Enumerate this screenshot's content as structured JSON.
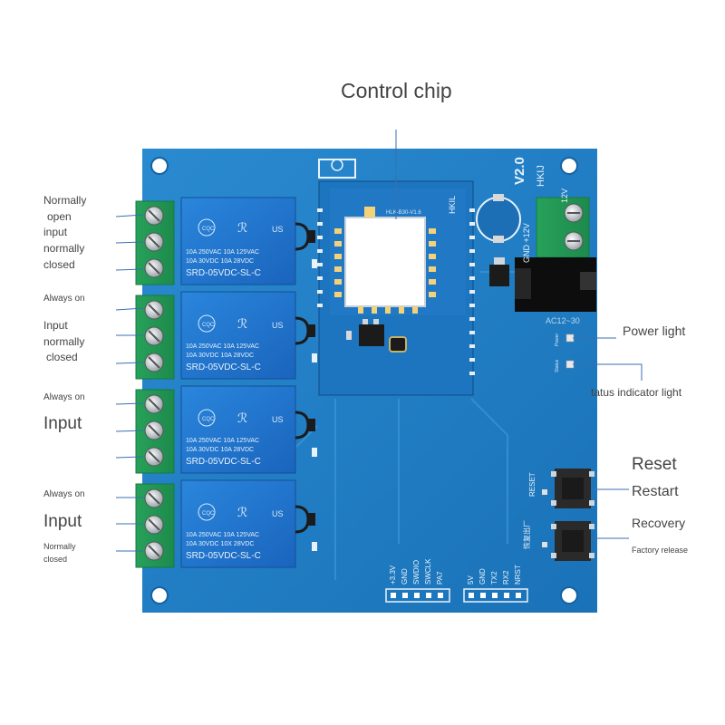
{
  "callouts": {
    "control_chip": "Control chip",
    "power_light": "Power light",
    "status_indicator_light": "tatus indicator light",
    "reset": "Reset",
    "restart": "Restart",
    "recovery": "Recovery",
    "factory_release": "Factory release"
  },
  "relay_labels": {
    "r1_line1": "Normally",
    "r1_line2": "open",
    "r1_line3": "input",
    "r1_line4": "normally",
    "r1_line5": "closed",
    "r2_always_on": "Always on",
    "r2_line1": "Input",
    "r2_line2": "normally",
    "r2_line3": "closed",
    "r3_always_on": "Always on",
    "r3_input": "Input",
    "r4_always_on": "Always on",
    "r4_input": "Input",
    "r4_line1": "Normally",
    "r4_line2": "closed"
  },
  "board": {
    "version": "V2.0",
    "brand": "HKIJ",
    "module_label": "HKIL",
    "power_jack_label": "12V",
    "power_terminal_labels": "GND +12V",
    "power_plug_label": "AC12~30",
    "reset_silk": "RESET",
    "factory_silk": "恢复出厂",
    "power_silk": "Power",
    "status_silk": "Status",
    "header_left_pins": [
      "+3.3V",
      "GND",
      "SWDIO",
      "SWCLK",
      "PA7"
    ],
    "header_right_pins": [
      "5V",
      "GND",
      "TX2",
      "RX2",
      "NRST"
    ]
  },
  "relays": [
    {
      "line1": "10A 250VAC  10A 125VAC",
      "line2": "10A  30VDC  10A  28VDC",
      "model": "SRD-05VDC-SL-C"
    },
    {
      "line1": "10A 250VAC  10A 125VAC",
      "line2": "10A  30VDC  10A  28VDC",
      "model": "SRD-05VDC-SL-C"
    },
    {
      "line1": "10A 250VAC  10A 125VAC",
      "line2": "10A  30VDC  10A  28VDC",
      "model": "SRD-05VDC-SL-C"
    },
    {
      "line1": "10A 250VAC  10A 125VAC",
      "line2": "10A  30VDC  10X  28VDC",
      "model": "SRD-05VDC-SL-C"
    }
  ],
  "colors": {
    "pcb": "#1e7fc6",
    "relay": "#1f73c9",
    "terminal": "#2ca05a",
    "label_text": "#444444"
  }
}
